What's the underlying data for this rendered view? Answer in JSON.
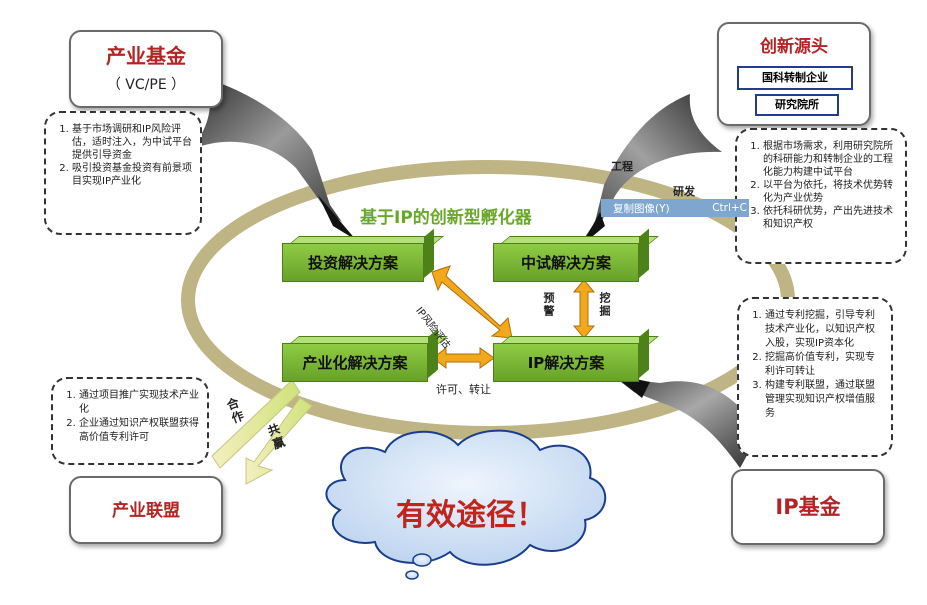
{
  "industry_fund": {
    "title": "产业基金",
    "subtitle": "（ VC/PE ）"
  },
  "industry_fund_notes": [
    "基于市场调研和IP风险评估，适时注入，为中试平台提供引导资金",
    "吸引投资基金投资有前景项目实现IP产业化"
  ],
  "innovation_source": {
    "title": "创新源头",
    "tag_1": "国科转制企业",
    "tag_2": "研究院所"
  },
  "innovation_notes": [
    "根据市场需求，利用研究院所的科研能力和转制企业的工程化能力构建中试平台",
    "以平台为依托，将技术优势转化为产业优势",
    "依托科研优势，产出先进技术和知识产权"
  ],
  "label_engineering": "工程",
  "label_rnd": "研发",
  "tooltip": {
    "label": "复制图像(Y)",
    "shortcut": "Ctrl+C"
  },
  "incubator_title": "基于IP的创新型孵化器",
  "boxes": {
    "investment": "投资解决方案",
    "pilot": "中试解决方案",
    "industrialization": "产业化解决方案",
    "ip": "IP解决方案"
  },
  "arrow_labels": {
    "ip_risk": "IP风险评估",
    "warning": "预警",
    "mining": "挖掘",
    "license": "许可、转让"
  },
  "ip_solution_notes": [
    "通过专利挖掘，引导专利技术产业化，以知识产权入股，实现IP资本化",
    "挖掘高价值专利，实现专利许可转让",
    "构建专利联盟，通过联盟管理实现知识产权增值服务"
  ],
  "alliance_notes": [
    "通过项目推广实现技术产业化",
    "企业通过知识产权联盟获得高价值专利许可"
  ],
  "cooperation": {
    "left": "合作",
    "right": "共赢"
  },
  "industry_alliance": {
    "title": "产业联盟"
  },
  "ip_fund": {
    "title": "IP基金"
  },
  "cloud_text": "有效途径！",
  "colors": {
    "title_red": "#b32424",
    "green": "#6aa82c",
    "ring": "#bfb483",
    "arrow_orange": "#f2a81d",
    "cloud_blue": "#c6daf3"
  }
}
